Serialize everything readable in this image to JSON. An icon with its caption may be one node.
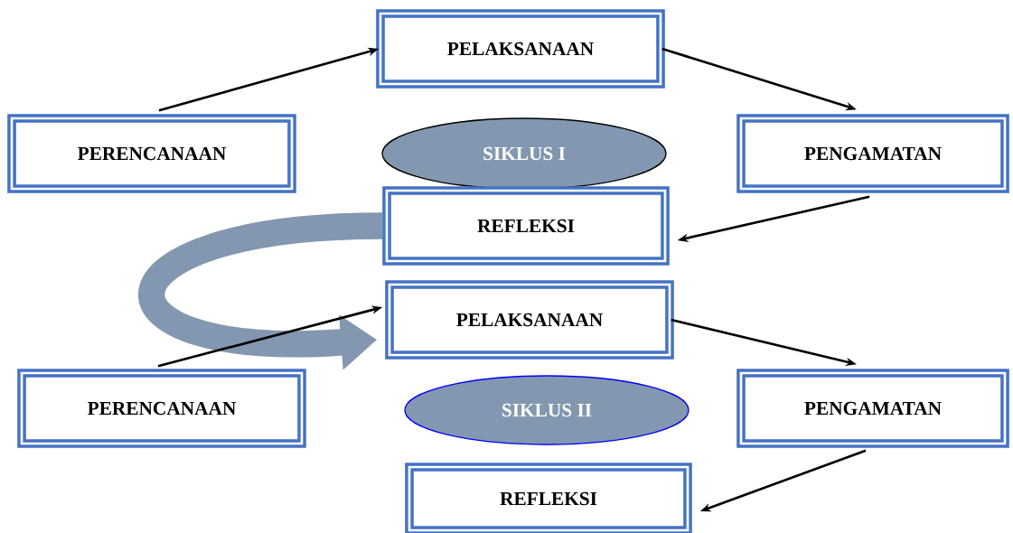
{
  "diagram": {
    "nodes": [
      {
        "text": [
          "PELAKSANAAN"
        ]
      },
      {
        "text": [
          "PERENCANAAN"
        ]
      },
      {
        "text": [
          "SIKLUS I"
        ]
      },
      {
        "text": [
          "PENGAMATAN"
        ]
      },
      {
        "text": [
          "REFLEKSI"
        ]
      },
      {
        "text": [
          "PELAKSANAAN"
        ]
      },
      {
        "text": [
          "PERENCANAAN"
        ]
      },
      {
        "text": [
          "SIKLUS II"
        ]
      },
      {
        "text": [
          "PENGAMATAN"
        ]
      },
      {
        "text": [
          "REFLEKSI"
        ]
      }
    ],
    "edges": [
      {
        "from": 1,
        "to": 0,
        "arrow": "to"
      },
      {
        "from": 0,
        "to": 3,
        "arrow": "to"
      },
      {
        "from": 3,
        "to": 4,
        "arrow": "to"
      },
      {
        "from": 4,
        "to": 5,
        "arrow": "to",
        "style": "thick",
        "color": "#8497b0"
      },
      {
        "from": 6,
        "to": 5,
        "arrow": "to"
      },
      {
        "from": 5,
        "to": 8,
        "arrow": "to"
      },
      {
        "from": 8,
        "to": 9,
        "arrow": "to"
      }
    ]
  }
}
